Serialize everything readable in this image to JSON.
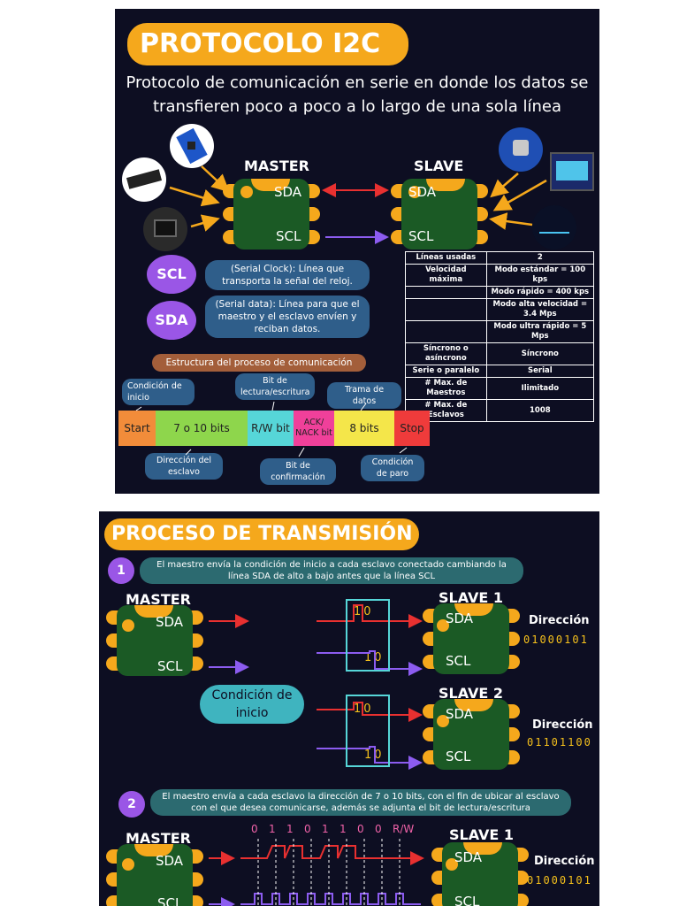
{
  "panel1": {
    "title": "PROTOCOLO I2C",
    "subtitle_line1": "Protocolo de comunicación en serie en donde los datos se",
    "subtitle_line2": "transfieren poco a poco a lo largo de una sola línea",
    "master_label": "MASTER",
    "slave_label": "SLAVE",
    "sda": "SDA",
    "scl": "SCL",
    "scl_circle": "SCL",
    "sda_circle": "SDA",
    "scl_desc": "(Serial Clock): Línea que transporta la señal del reloj.",
    "sda_desc": "(Serial data): Línea para que el maestro y el esclavo envíen y reciban datos.",
    "structure_title": "Estructura del proceso de comunicación",
    "frame": [
      {
        "label": "Start",
        "color": "#f28c3a"
      },
      {
        "label": "7 o 10 bits",
        "color": "#8ed64c"
      },
      {
        "label": "R/W bit",
        "color": "#56d6d8"
      },
      {
        "label": "ACK/ NACK bit",
        "color": "#f0409a"
      },
      {
        "label": "8 bits",
        "color": "#f4e64a"
      },
      {
        "label": "Stop",
        "color": "#ef3b3b"
      }
    ],
    "top_labels": {
      "start": "Condición de inicio",
      "rw": "Bit de lectura/escritura",
      "data": "Trama de datos"
    },
    "bottom_labels": {
      "address": "Dirección del esclavo",
      "ack": "Bit de confirmación",
      "stop": "Condición de paro"
    },
    "table": [
      [
        "Líneas usadas",
        "2"
      ],
      [
        "Velocidad máxima",
        "Modo estándar = 100 kps"
      ],
      [
        "",
        "Modo rápido = 400 kps"
      ],
      [
        "",
        "Modo alta velocidad = 3.4 Mps"
      ],
      [
        "",
        "Modo ultra rápido = 5 Mps"
      ],
      [
        "Síncrono o asíncrono",
        "Síncrono"
      ],
      [
        "Serie o paralelo",
        "Serial"
      ],
      [
        "# Max. de Maestros",
        "Ilimitado"
      ],
      [
        "# Max. de Esclavos",
        "1008"
      ]
    ]
  },
  "panel2": {
    "title": "PROCESO DE TRANSMISIÓN",
    "step1_num": "1",
    "step1_text": "El maestro envía la condición de inicio a cada esclavo conectado cambiando la línea SDA de alto a bajo antes que la línea SCL",
    "master_label": "MASTER",
    "slave1_label": "SLAVE 1",
    "slave2_label": "SLAVE 2",
    "sda": "SDA",
    "scl": "SCL",
    "one": "1",
    "zero": "0",
    "start_condition": "Condición de inicio",
    "dir_label": "Dirección",
    "addr1": "01000101",
    "addr2": "01101100",
    "step2_num": "2",
    "step2_text": "El maestro envía a cada esclavo la dirección de 7 o 10 bits, con el fin de ubicar al esclavo con el que desea comunicarse, además se adjunta el bit de lectura/escritura",
    "bits": [
      "0",
      "1",
      "1",
      "0",
      "1",
      "1",
      "0",
      "0",
      "R/W"
    ]
  },
  "colors": {
    "background": "#0d0e22",
    "accent": "#f5a81c",
    "chip": "#1b5a25",
    "sda_arrow": "#e83030",
    "scl_arrow": "#8c5cf0",
    "purple": "#9a56e6"
  }
}
